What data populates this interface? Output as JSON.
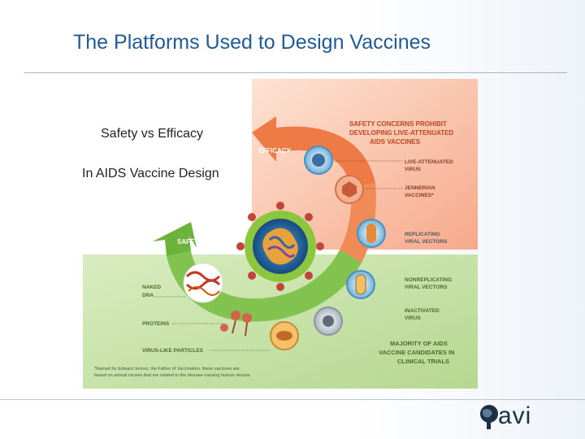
{
  "slide": {
    "title": "The Platforms Used to Design Vaccines",
    "subtitle_line1": "Safety vs Efficacy",
    "subtitle_line2": "In AIDS Vaccine Design"
  },
  "diagram": {
    "top_note": [
      "SAFETY CONCERNS PROHIBIT",
      "DEVELOPING LIVE-ATTENUATED",
      "AIDS VACCINES"
    ],
    "efficacy_label": "EFFICACY",
    "safety_label": "SAFETY",
    "right_labels": {
      "live_attenuated": [
        "LIVE-ATTENUATED",
        "VIRUS"
      ],
      "jennerian": [
        "JENNERIAN",
        "VACCINES*"
      ],
      "replicating": [
        "REPLICATING",
        "VIRAL VECTORS"
      ],
      "nonreplicating": [
        "NONREPLICATING",
        "VIRAL VECTORS"
      ],
      "inactivated": [
        "INACTIVATED",
        "VIRUS"
      ]
    },
    "left_labels": {
      "naked_dna": [
        "NAKED",
        "DNA"
      ],
      "proteins": "PROTEINS",
      "vlp": "VIRUS-LIKE PARTICLES"
    },
    "bottom_note": [
      "MAJORITY OF AIDS",
      "VACCINE CANDIDATES IN",
      "CLINICAL TRIALS"
    ],
    "footnote": [
      "*Named for Edward Jenner, the Father of Vaccination, these vaccines are",
      "based on animal viruses that are related to the disease-causing human viruses"
    ],
    "colors": {
      "orange": "#ee7a45",
      "green": "#7fc04c",
      "top_panel": "#f7b799",
      "bottom_panel": "#c9e3a8"
    }
  },
  "logo": {
    "text": "avi"
  }
}
